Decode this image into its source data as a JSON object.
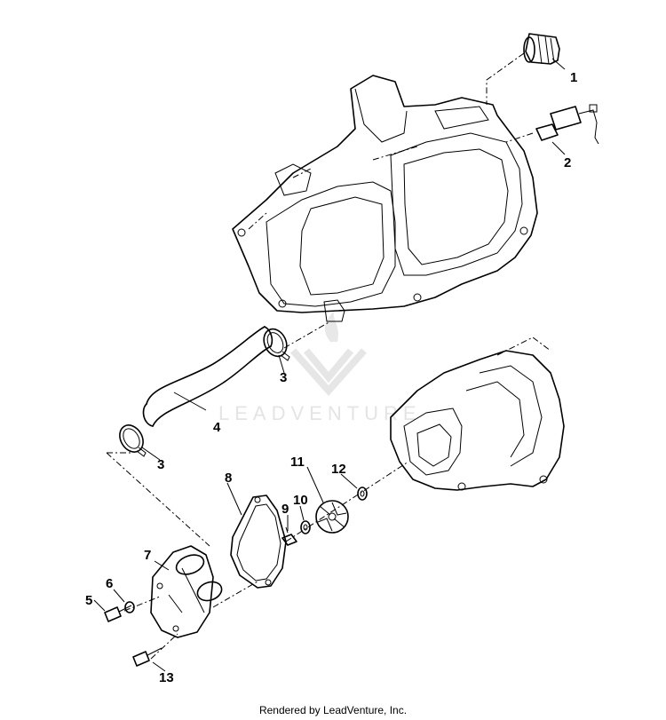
{
  "watermark": {
    "text": "LEADVENTURE"
  },
  "callouts": {
    "c1": "1",
    "c2": "2",
    "c3a": "3",
    "c3b": "3",
    "c4": "4",
    "c5": "5",
    "c6": "6",
    "c7": "7",
    "c8": "8",
    "c9": "9",
    "c10": "10",
    "c11": "11",
    "c12": "12",
    "c13": "13"
  },
  "footer": {
    "text": "Rendered by LeadVenture, Inc."
  }
}
